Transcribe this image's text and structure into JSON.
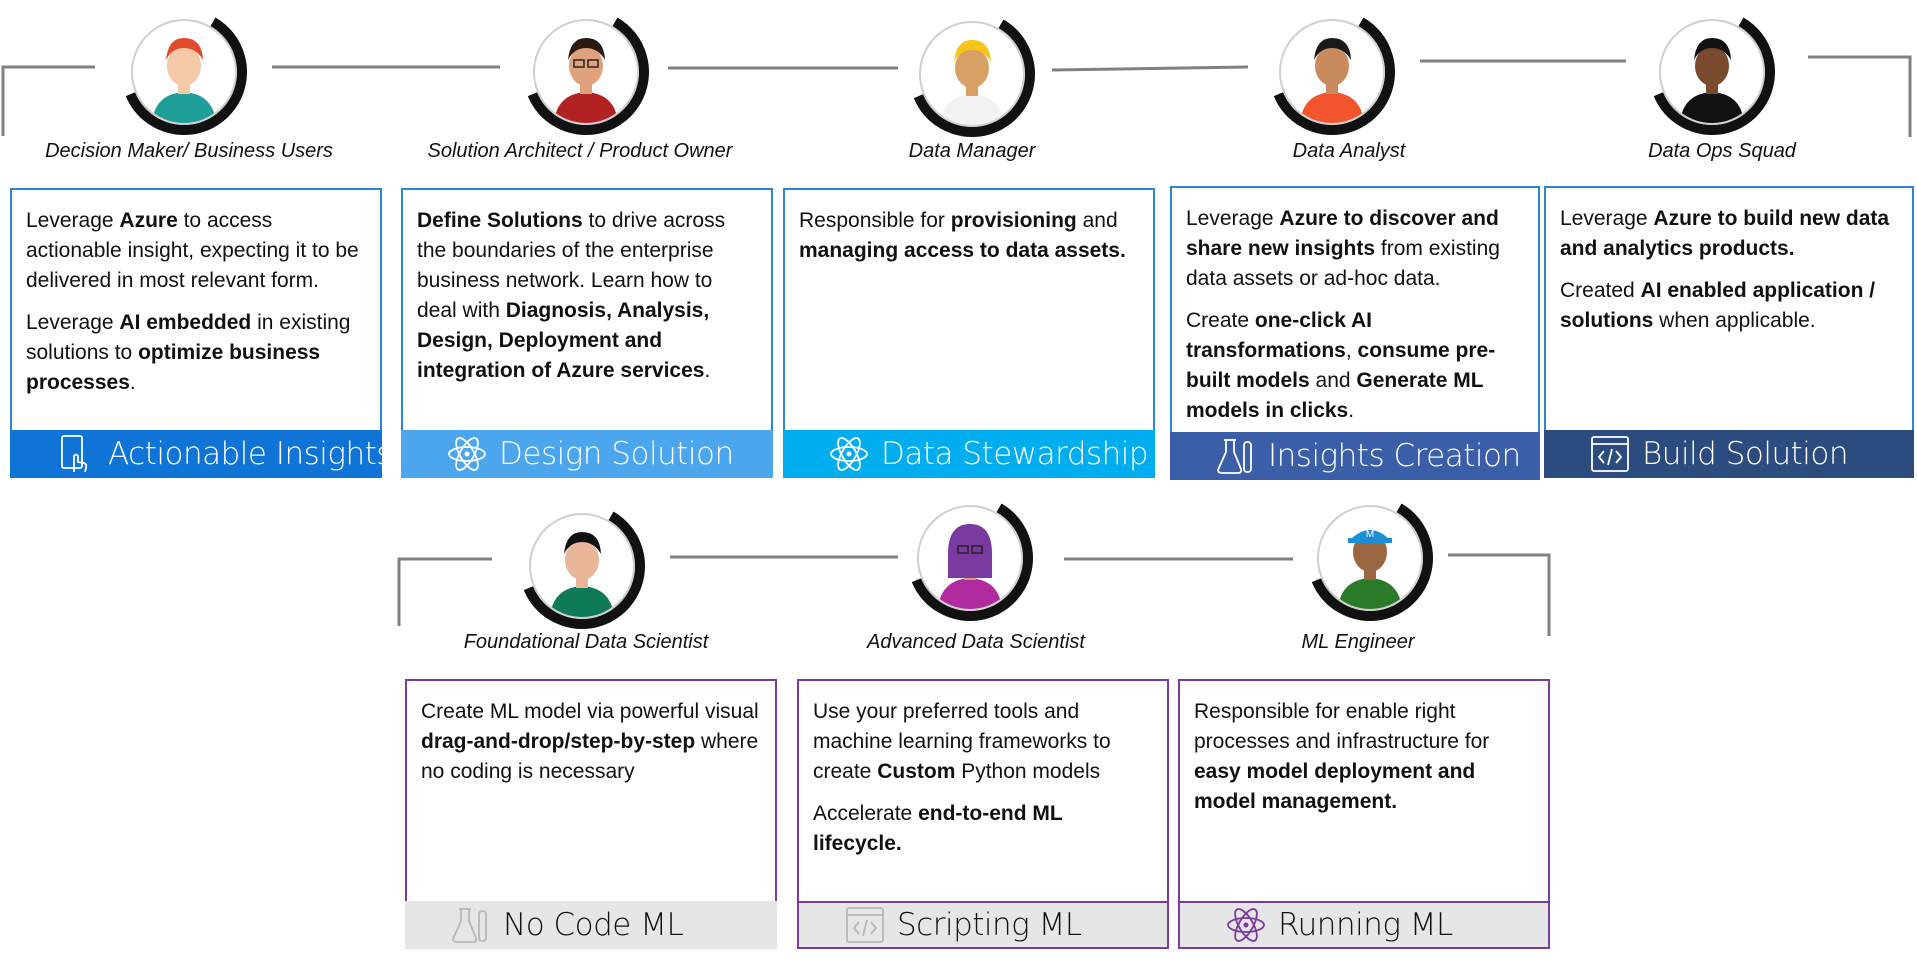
{
  "colors": {
    "actionable": "#0f74d6",
    "design": "#4ba6ee",
    "stewardship": "#00aeef",
    "insights": "#3b5ea8",
    "build": "#2c4b7e",
    "grey_bar": "#e6e6e6",
    "purple": "#7a3aa0",
    "connector": "#808080"
  },
  "top_row": [
    {
      "role": "Decision Maker/ Business Users",
      "avatar": "decision-maker-avatar",
      "paragraphs": [
        [
          {
            "t": "Leverage "
          },
          {
            "t": "Azure",
            "b": true
          },
          {
            "t": " to access actionable insight, expecting it to be delivered in most relevant form."
          }
        ],
        [
          {
            "t": "Leverage "
          },
          {
            "t": "AI embedded",
            "b": true
          },
          {
            "t": " in existing solutions to "
          },
          {
            "t": "optimize business processes",
            "b": true
          },
          {
            "t": "."
          }
        ]
      ],
      "bar_label": "Actionable Insights",
      "bar_icon": "tablet-touch-icon"
    },
    {
      "role": "Solution Architect / Product Owner",
      "avatar": "solution-architect-avatar",
      "paragraphs": [
        [
          {
            "t": "Define Solutions",
            "b": true
          },
          {
            "t": " to drive across the boundaries of the enterprise business network.  Learn how to deal with "
          },
          {
            "t": "Diagnosis, Analysis, Design, Deployment and integration of Azure services",
            "b": true
          },
          {
            "t": "."
          }
        ]
      ],
      "bar_label": "Design Solution",
      "bar_icon": "atom-icon"
    },
    {
      "role": "Data Manager",
      "avatar": "data-manager-avatar",
      "paragraphs": [
        [
          {
            "t": "Responsible for "
          },
          {
            "t": "provisioning",
            "b": true
          },
          {
            "t": " and "
          },
          {
            "t": "managing access to data assets.",
            "b": true
          }
        ]
      ],
      "bar_label": "Data Stewardship",
      "bar_icon": "atom-icon"
    },
    {
      "role": "Data Analyst",
      "avatar": "data-analyst-avatar",
      "paragraphs": [
        [
          {
            "t": "Leverage "
          },
          {
            "t": "Azure to discover and share new insights",
            "b": true
          },
          {
            "t": " from existing data assets or ad-hoc data."
          }
        ],
        [
          {
            "t": "Create "
          },
          {
            "t": "one-click AI transformations",
            "b": true
          },
          {
            "t": ", "
          },
          {
            "t": "consume pre-built models",
            "b": true
          },
          {
            "t": " and "
          },
          {
            "t": "Generate ML models in clicks",
            "b": true
          },
          {
            "t": "."
          }
        ]
      ],
      "bar_label": "Insights Creation",
      "bar_icon": "lab-flask-icon"
    },
    {
      "role": "Data Ops Squad",
      "avatar": "data-ops-avatar",
      "paragraphs": [
        [
          {
            "t": "Leverage "
          },
          {
            "t": "Azure to build new data and analytics products.",
            "b": true
          }
        ],
        [
          {
            "t": "Created "
          },
          {
            "t": "AI enabled application  / solutions",
            "b": true
          },
          {
            "t": " when applicable."
          }
        ]
      ],
      "bar_label": "Build Solution",
      "bar_icon": "code-window-icon"
    }
  ],
  "bottom_row": [
    {
      "role": "Foundational Data Scientist",
      "avatar": "foundational-data-scientist-avatar",
      "paragraphs": [
        [
          {
            "t": "Create ML model via powerful visual "
          },
          {
            "t": "drag-and-drop/step-by-step",
            "b": true
          },
          {
            "t": " where no coding is necessary"
          }
        ]
      ],
      "bar_label": "No Code ML",
      "bar_icon": "lab-flask-icon"
    },
    {
      "role": "Advanced Data Scientist",
      "avatar": "advanced-data-scientist-avatar",
      "paragraphs": [
        [
          {
            "t": "Use your preferred tools and machine learning frameworks to create "
          },
          {
            "t": "Custom",
            "b": true
          },
          {
            "t": " Python models"
          }
        ],
        [
          {
            "t": "Accelerate "
          },
          {
            "t": "end-to-end ML lifecycle.",
            "b": true
          }
        ]
      ],
      "bar_label": "Scripting ML",
      "bar_icon": "code-window-icon"
    },
    {
      "role": "ML Engineer",
      "avatar": "ml-engineer-avatar",
      "paragraphs": [
        [
          {
            "t": "Responsible for enable right processes and infrastructure for "
          },
          {
            "t": "easy model deployment and model management.",
            "b": true
          }
        ]
      ],
      "bar_label": "Running ML",
      "bar_icon": "atom-icon"
    }
  ]
}
